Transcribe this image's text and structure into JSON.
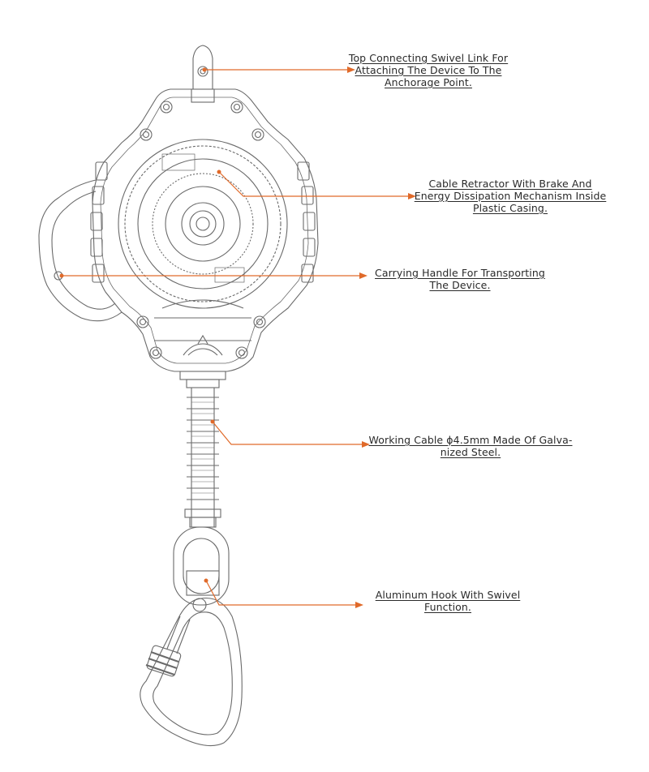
{
  "colors": {
    "leader": "#e06a2a",
    "drawing_line": "#6a6a6a",
    "label_text": "#2a2a2a"
  },
  "callouts": [
    {
      "id": "swivel-link",
      "lines": [
        "Top Connecting Swivel Link For",
        "Attaching The Device To The",
        "Anchorage Point."
      ]
    },
    {
      "id": "cable-retractor",
      "lines": [
        "Cable Retractor With Brake And",
        "Energy Dissipation Mechanism Inside",
        "Plastic Casing."
      ]
    },
    {
      "id": "carrying-handle",
      "lines": [
        "Carrying Handle For Transporting",
        "The Device."
      ]
    },
    {
      "id": "working-cable",
      "lines": [
        "Working Cable ϕ4.5mm Made Of Galva-",
        "nized Steel."
      ]
    },
    {
      "id": "aluminum-hook",
      "lines": [
        "Aluminum Hook With Swivel",
        "Function."
      ]
    }
  ]
}
